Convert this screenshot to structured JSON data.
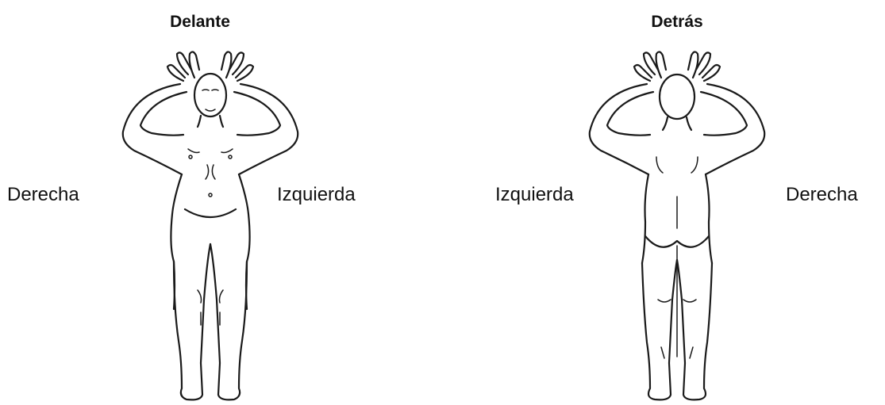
{
  "front": {
    "title": "Delante",
    "left_label": "Derecha",
    "right_label": "Izquierda"
  },
  "back": {
    "title": "Detrás",
    "left_label": "Izquierda",
    "right_label": "Derecha"
  }
}
